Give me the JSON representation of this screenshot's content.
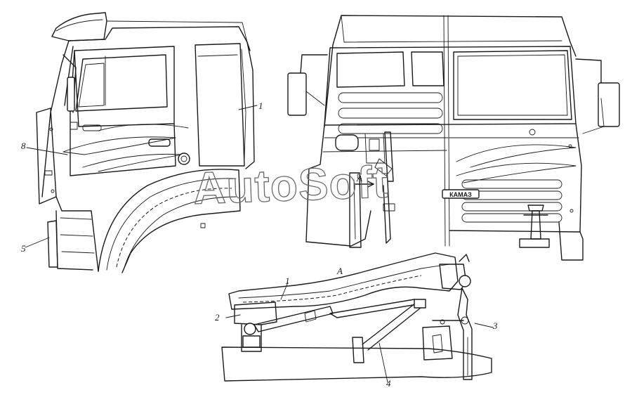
{
  "callouts": {
    "c1_top": "1",
    "c8": "8",
    "c5": "5",
    "c1_view": "1",
    "c2": "2",
    "c3": "3",
    "c4": "4",
    "view_A_marker": "A",
    "view_A_title": "A"
  },
  "watermark": "AutoSoft",
  "badge": "КАМАЗ"
}
